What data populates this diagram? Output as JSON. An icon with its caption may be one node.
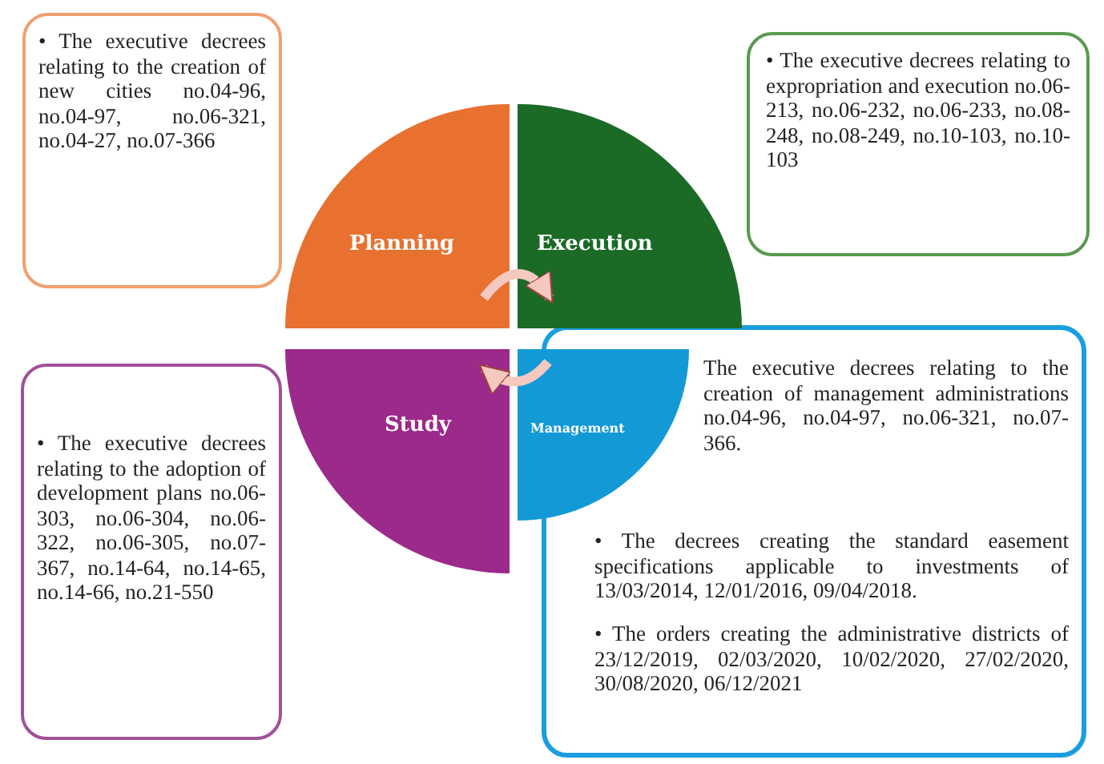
{
  "diagram": {
    "nodes": [
      {
        "text": [
          "• The executive decrees relating to the creation of new cities no.04-96, no.04-97, no.06-321, no.04-27, no.07-366"
        ]
      },
      {
        "text": [
          "• The executive decrees relating to expropriation and execution no.06-213, no.06-232, no.06-233, no.08-248, no.08-249, no.10-103, no.10-103"
        ]
      },
      {
        "text": [
          "Planning"
        ]
      },
      {
        "text": [
          "Execution"
        ]
      },
      {
        "text": [
          "Study"
        ]
      },
      {
        "text": [
          "Management"
        ]
      },
      {
        "text": [
          "• The executive decrees relating to the adoption of development plans no.06-303, no.06-304, no.06-322, no.06-305, no.07-367, no.14-64, no.14-65, no.14-66, no.21-550"
        ]
      },
      {
        "text": [
          "The executive decrees relating to the creation of management administrations no.04-96, no.04-97, no.06-321, no.07-366.",
          "• The decrees creating the standard easement specifications applicable to investments of 13/03/2014, 12/01/2016, 09/04/2018.",
          "• The orders creating the administrative districts of 23/12/2019, 02/03/2020, 10/02/2020, 27/02/2020, 30/08/2020, 06/12/2021"
        ]
      }
    ],
    "edges": [
      {
        "from": 2,
        "to": 3,
        "arrow": "to"
      },
      {
        "from": 5,
        "to": 4,
        "arrow": "to"
      }
    ]
  }
}
